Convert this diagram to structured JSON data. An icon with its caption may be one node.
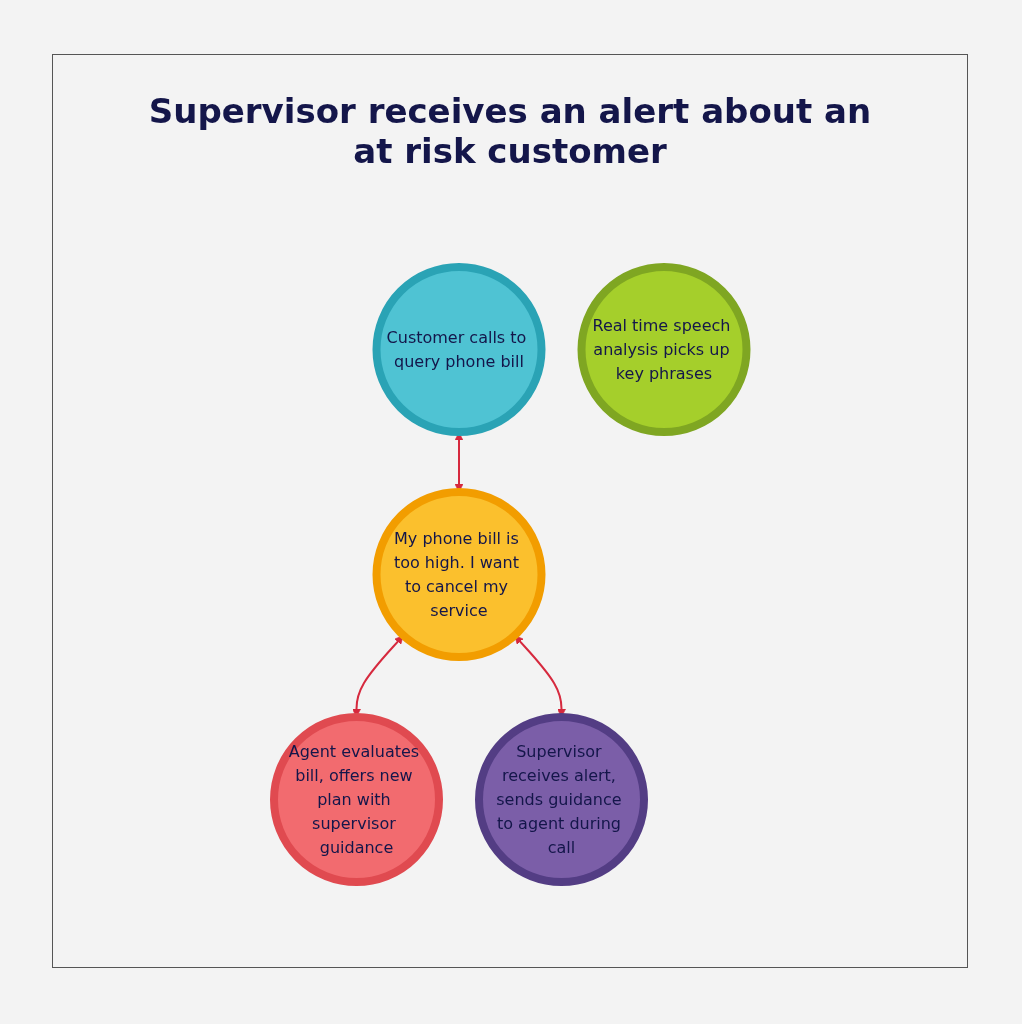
{
  "diagram": {
    "title": "Supervisor receives an alert about an at risk customer",
    "nodes": [
      {
        "text": [
          "Customer calls to query phone bill"
        ]
      },
      {
        "text": [
          "My phone bill is too high. I want to cancel my service"
        ]
      },
      {
        "text": [
          "Agent evaluates bill, offers new plan with supervisor guidance"
        ]
      },
      {
        "text": [
          "Real time speech analysis picks up key phrases"
        ]
      },
      {
        "text": [
          "Supervisor receives alert, sends guidance to agent during call"
        ]
      }
    ],
    "edges": [
      {
        "from": 0,
        "to": 1,
        "arrow": "both",
        "color": "#d6293e"
      },
      {
        "from": 1,
        "to": 2,
        "arrow": "both",
        "color": "#d6293e"
      },
      {
        "from": 1,
        "to": 4,
        "arrow": "both",
        "color": "#d6293e"
      }
    ]
  }
}
